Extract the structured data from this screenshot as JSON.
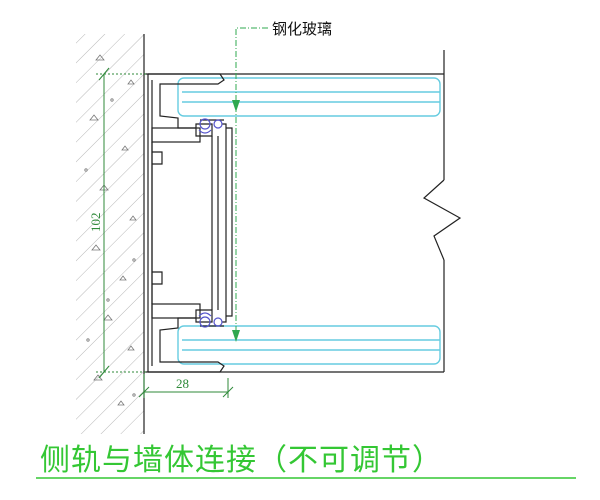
{
  "callout": {
    "label": "钢化玻璃"
  },
  "dimensions": {
    "vertical": "102",
    "horizontal": "28"
  },
  "title": "侧轨与墙体连接（不可调节）",
  "colors": {
    "outline": "#222222",
    "glass": "#66cce0",
    "dimension": "#2f8a3a",
    "callout_line": "#2fa84f",
    "gasket": "#5555cc",
    "title": "#34c734"
  }
}
